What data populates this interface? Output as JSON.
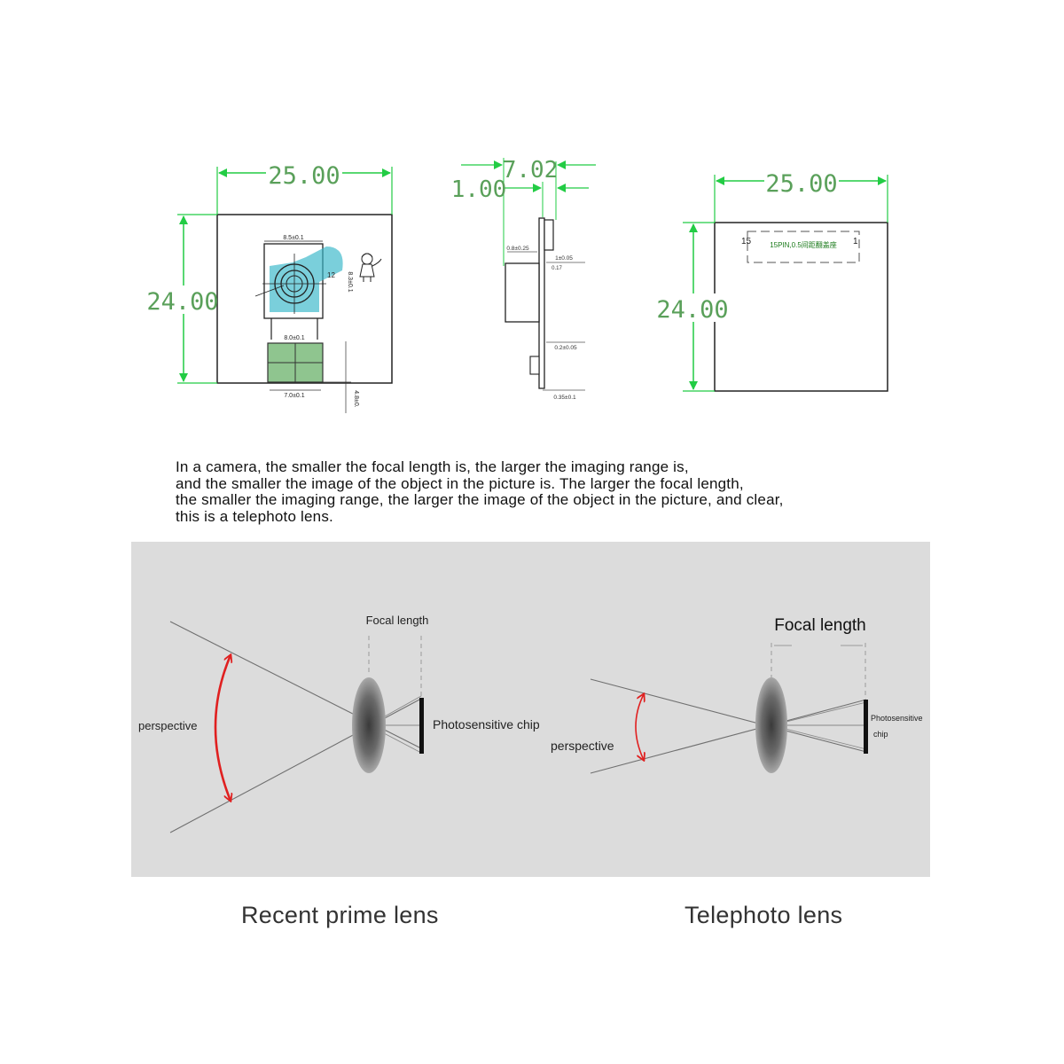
{
  "drawings": {
    "front": {
      "width_label": "25.00",
      "height_label": "24.00",
      "lens_width_label": "8.5±0.1",
      "lens_height_label": "8.3±0.1",
      "lens_mark": "12",
      "connector_top_label": "8.0±0.1",
      "connector_bottom_label": "7.0±0.1",
      "connector_side_label": "4.8±0."
    },
    "side": {
      "top_label": "7.02",
      "left_label": "1.00",
      "label_a": "0.8±0.25",
      "label_b": "1±0.05",
      "label_c": "0.2±0.05",
      "label_d": "0.35±0.1"
    },
    "back": {
      "width_label": "25.00",
      "height_label": "24.00",
      "pin_start": "15",
      "pin_end": "1",
      "connector_text": "15PIN,0.5间距翻盖座"
    }
  },
  "description": {
    "lines": [
      "In a camera, the smaller the focal length is, the larger the imaging range is,",
      "and the smaller the image of the object in the picture is. The larger the focal length,",
      "the smaller the imaging range, the larger the image of the object in the picture, and clear,",
      "this is a telephoto lens."
    ]
  },
  "optics": {
    "prime": {
      "focal_length_label": "Focal length",
      "perspective_label": "perspective",
      "chip_label": "Photosensitive chip",
      "caption": "Recent prime lens"
    },
    "telephoto": {
      "focal_length_label": "Focal length",
      "perspective_label": "perspective",
      "chip_label_line1": "Photosensitive",
      "chip_label_line2": "chip",
      "caption": "Telephoto lens"
    }
  },
  "colors": {
    "dimension": "#22cc44",
    "lens_fill": "#33b5c8",
    "arc": "#e02020",
    "panel_bg": "#dcdcdc"
  }
}
